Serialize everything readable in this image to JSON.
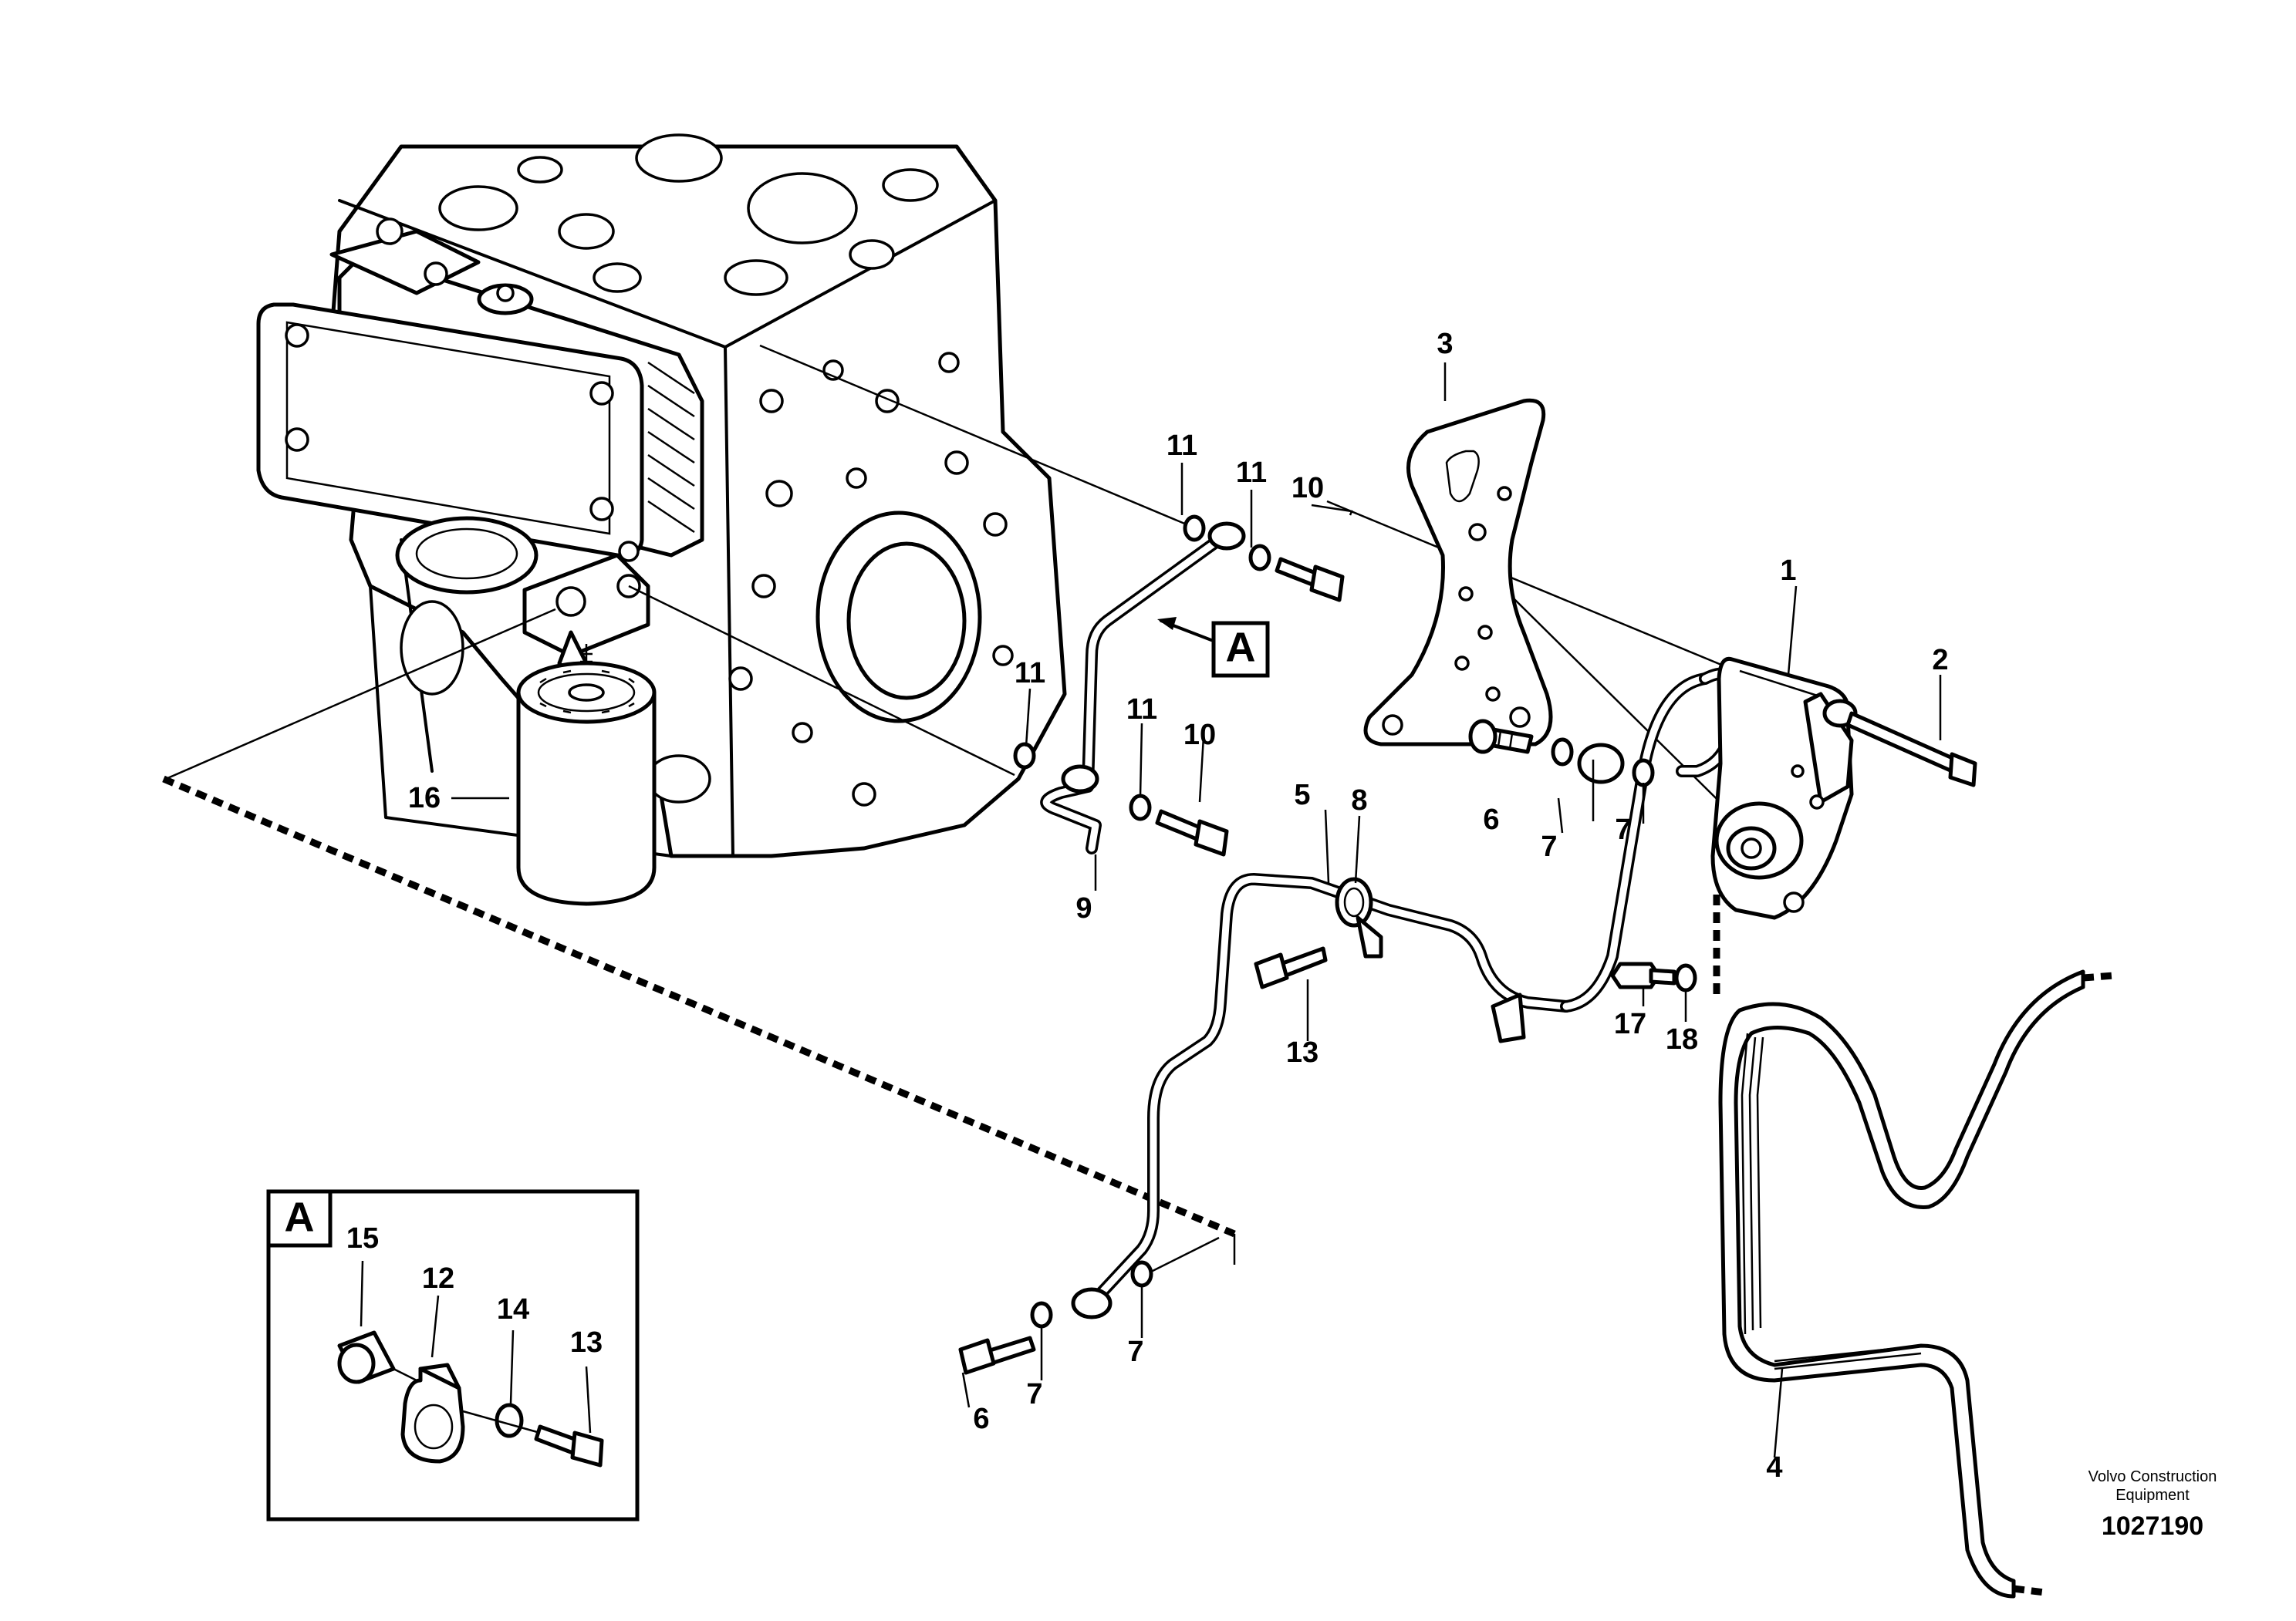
{
  "callouts": {
    "c1": "1",
    "c2": "2",
    "c3": "3",
    "c4": "4",
    "c5": "5",
    "c6a": "6",
    "c6b": "6",
    "c7a": "7",
    "c7b": "7",
    "c7c": "7",
    "c7d": "7",
    "c8": "8",
    "c9": "9",
    "c10a": "10",
    "c10b": "10",
    "c11a": "11",
    "c11b": "11",
    "c11c": "11",
    "c11d": "11",
    "c12": "12",
    "c13a": "13",
    "c13b": "13",
    "c14": "14",
    "c15": "15",
    "c16": "16",
    "c17": "17",
    "c18": "18"
  },
  "detail_marker": "A",
  "detail_box_label": "A",
  "footer": {
    "brand_line1": "Volvo Construction",
    "brand_line2": "Equipment",
    "doc_number": "1027190"
  }
}
